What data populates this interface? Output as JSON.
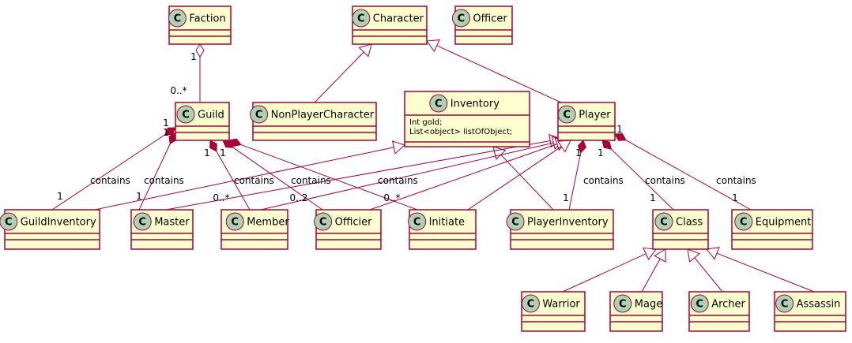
{
  "diagram": {
    "badge_letter": "C",
    "classes": [
      {
        "id": "faction",
        "name": "Faction",
        "attributes": []
      },
      {
        "id": "character",
        "name": "Character",
        "attributes": []
      },
      {
        "id": "officer",
        "name": "Officer",
        "attributes": []
      },
      {
        "id": "guild",
        "name": "Guild",
        "attributes": []
      },
      {
        "id": "npc",
        "name": "NonPlayerCharacter",
        "attributes": []
      },
      {
        "id": "inventory",
        "name": "Inventory",
        "attributes": [
          "Int gold;",
          "List<object> listOfObject;"
        ]
      },
      {
        "id": "player",
        "name": "Player",
        "attributes": []
      },
      {
        "id": "guildinventory",
        "name": "GuildInventory",
        "attributes": []
      },
      {
        "id": "master",
        "name": "Master",
        "attributes": []
      },
      {
        "id": "member",
        "name": "Member",
        "attributes": []
      },
      {
        "id": "officier",
        "name": "Officier",
        "attributes": []
      },
      {
        "id": "initiate",
        "name": "Initiate",
        "attributes": []
      },
      {
        "id": "playerinventory",
        "name": "PlayerInventory",
        "attributes": []
      },
      {
        "id": "class",
        "name": "Class",
        "attributes": []
      },
      {
        "id": "equipment",
        "name": "Equipment",
        "attributes": []
      },
      {
        "id": "warrior",
        "name": "Warrior",
        "attributes": []
      },
      {
        "id": "mage",
        "name": "Mage",
        "attributes": []
      },
      {
        "id": "archer",
        "name": "Archer",
        "attributes": []
      },
      {
        "id": "assassin",
        "name": "Assassin",
        "attributes": []
      }
    ],
    "relations": [
      {
        "id": "faction-guild",
        "type": "aggregation",
        "whole": "faction",
        "part": "guild",
        "whole_mult": "1",
        "part_mult": "0..*",
        "label": ""
      },
      {
        "id": "npc-character",
        "type": "inheritance",
        "child": "npc",
        "parent": "character"
      },
      {
        "id": "player-character",
        "type": "inheritance",
        "child": "player",
        "parent": "character"
      },
      {
        "id": "guild-guildinventory",
        "type": "composition",
        "whole": "guild",
        "part": "guildinventory",
        "whole_mult": "1",
        "part_mult": "1",
        "label": "contains"
      },
      {
        "id": "guild-master",
        "type": "composition",
        "whole": "guild",
        "part": "master",
        "whole_mult": "1",
        "part_mult": "1",
        "label": "contains"
      },
      {
        "id": "guild-member",
        "type": "composition",
        "whole": "guild",
        "part": "member",
        "whole_mult": "1",
        "part_mult": "0..*",
        "label": "contains"
      },
      {
        "id": "guild-officier",
        "type": "composition",
        "whole": "guild",
        "part": "officier",
        "whole_mult": "1",
        "part_mult": "0..2",
        "label": "contains"
      },
      {
        "id": "guild-initiate",
        "type": "composition",
        "whole": "guild",
        "part": "initiate",
        "whole_mult": "",
        "part_mult": "0..*",
        "label": "contains"
      },
      {
        "id": "guildinventory-inventory",
        "type": "inheritance",
        "child": "guildinventory",
        "parent": "inventory"
      },
      {
        "id": "playerinventory-inventory",
        "type": "inheritance",
        "child": "playerinventory",
        "parent": "inventory"
      },
      {
        "id": "master-player",
        "type": "inheritance",
        "child": "master",
        "parent": "player"
      },
      {
        "id": "member-player",
        "type": "inheritance",
        "child": "member",
        "parent": "player"
      },
      {
        "id": "officier-player",
        "type": "inheritance",
        "child": "officier",
        "parent": "player"
      },
      {
        "id": "initiate-player",
        "type": "inheritance",
        "child": "initiate",
        "parent": "player"
      },
      {
        "id": "player-playerinventory",
        "type": "composition",
        "whole": "player",
        "part": "playerinventory",
        "whole_mult": "1",
        "part_mult": "1",
        "label": "contains"
      },
      {
        "id": "player-class",
        "type": "composition",
        "whole": "player",
        "part": "class",
        "whole_mult": "1",
        "part_mult": "1",
        "label": "contains"
      },
      {
        "id": "player-equipment",
        "type": "composition",
        "whole": "player",
        "part": "equipment",
        "whole_mult": "1",
        "part_mult": "1",
        "label": "contains"
      },
      {
        "id": "warrior-class",
        "type": "inheritance",
        "child": "warrior",
        "parent": "class"
      },
      {
        "id": "mage-class",
        "type": "inheritance",
        "child": "mage",
        "parent": "class"
      },
      {
        "id": "archer-class",
        "type": "inheritance",
        "child": "archer",
        "parent": "class"
      },
      {
        "id": "assassin-class",
        "type": "inheritance",
        "child": "assassin",
        "parent": "class"
      }
    ]
  }
}
